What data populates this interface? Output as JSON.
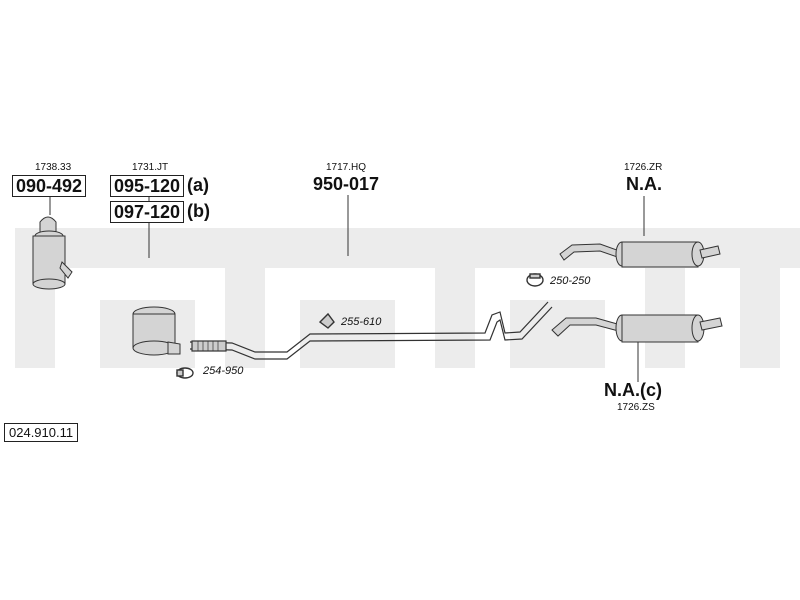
{
  "diagram_number": "024.910.11",
  "parts": {
    "p1": {
      "ref": "1738.33",
      "number": "090-492"
    },
    "p2": {
      "ref": "1731.JT",
      "number_a": "095-120",
      "suffix_a": "(a)",
      "number_b": "097-120",
      "suffix_b": "(b)"
    },
    "p3": {
      "ref": "1717.HQ",
      "number": "950-017"
    },
    "p4": {
      "ref": "1726.ZR",
      "number": "N.A."
    },
    "p5": {
      "ref": "1726.ZS",
      "number": "N.A.(c)"
    }
  },
  "clamps": {
    "c1": "254-950",
    "c2": "255-610",
    "c3": "250-250"
  },
  "colors": {
    "line": "#333333",
    "watermark": "#e8e8e8",
    "part_fill": "#cfcfcf"
  }
}
